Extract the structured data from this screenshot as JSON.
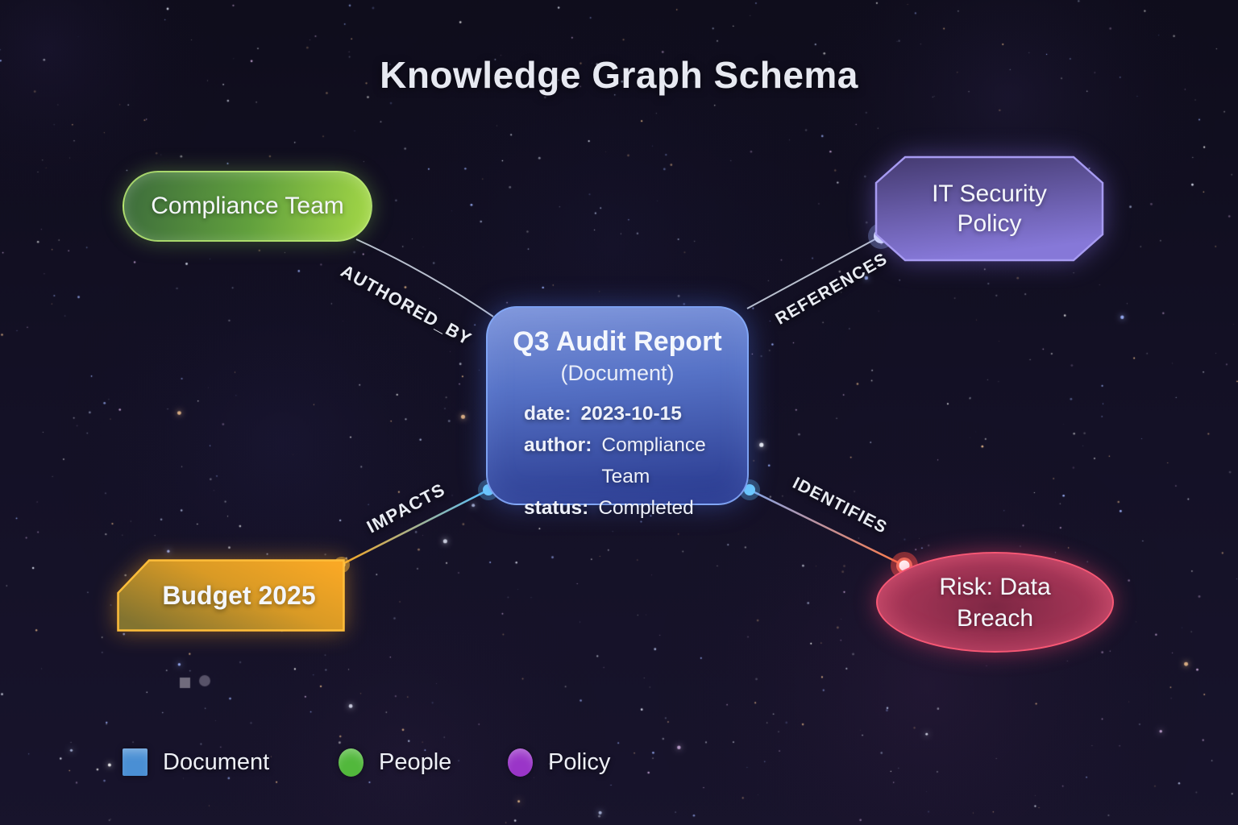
{
  "title": "Knowledge Graph Schema",
  "graph": {
    "nodes": {
      "compliance_team": {
        "label": "Compliance Team",
        "type": "people",
        "color": "#7ec23f"
      },
      "it_security_policy": {
        "label": "IT Security Policy",
        "type": "policy",
        "color": "#7668cf"
      },
      "q3_audit_report": {
        "title": "Q3 Audit Report",
        "subtitle": "(Document)",
        "type": "document",
        "color": "#4a6cd4",
        "properties": [
          {
            "key": "date:",
            "value": "2023-10-15"
          },
          {
            "key": "author:",
            "value": "Compliance Team"
          },
          {
            "key": "status:",
            "value": "Completed"
          }
        ]
      },
      "budget_2025": {
        "label": "Budget 2025",
        "color": "#f2a21d"
      },
      "risk_data_breach": {
        "label": "Risk: Data Breach",
        "color": "#d84a6a"
      }
    },
    "edges": [
      {
        "label": "AUTHORED_BY",
        "from": "compliance_team",
        "to": "q3_audit_report"
      },
      {
        "label": "REFERENCES",
        "from": "q3_audit_report",
        "to": "it_security_policy"
      },
      {
        "label": "IMPACTS",
        "from": "budget_2025",
        "to": "q3_audit_report"
      },
      {
        "label": "IDENTIFIES",
        "from": "q3_audit_report",
        "to": "risk_data_breach"
      }
    ]
  },
  "legend": {
    "items": [
      {
        "label": "Document",
        "color": "#4a8fd4",
        "shape": "square"
      },
      {
        "label": "People",
        "color": "#52b83c",
        "shape": "circle"
      },
      {
        "label": "Policy",
        "color": "#9a35c8",
        "shape": "circle"
      }
    ]
  }
}
